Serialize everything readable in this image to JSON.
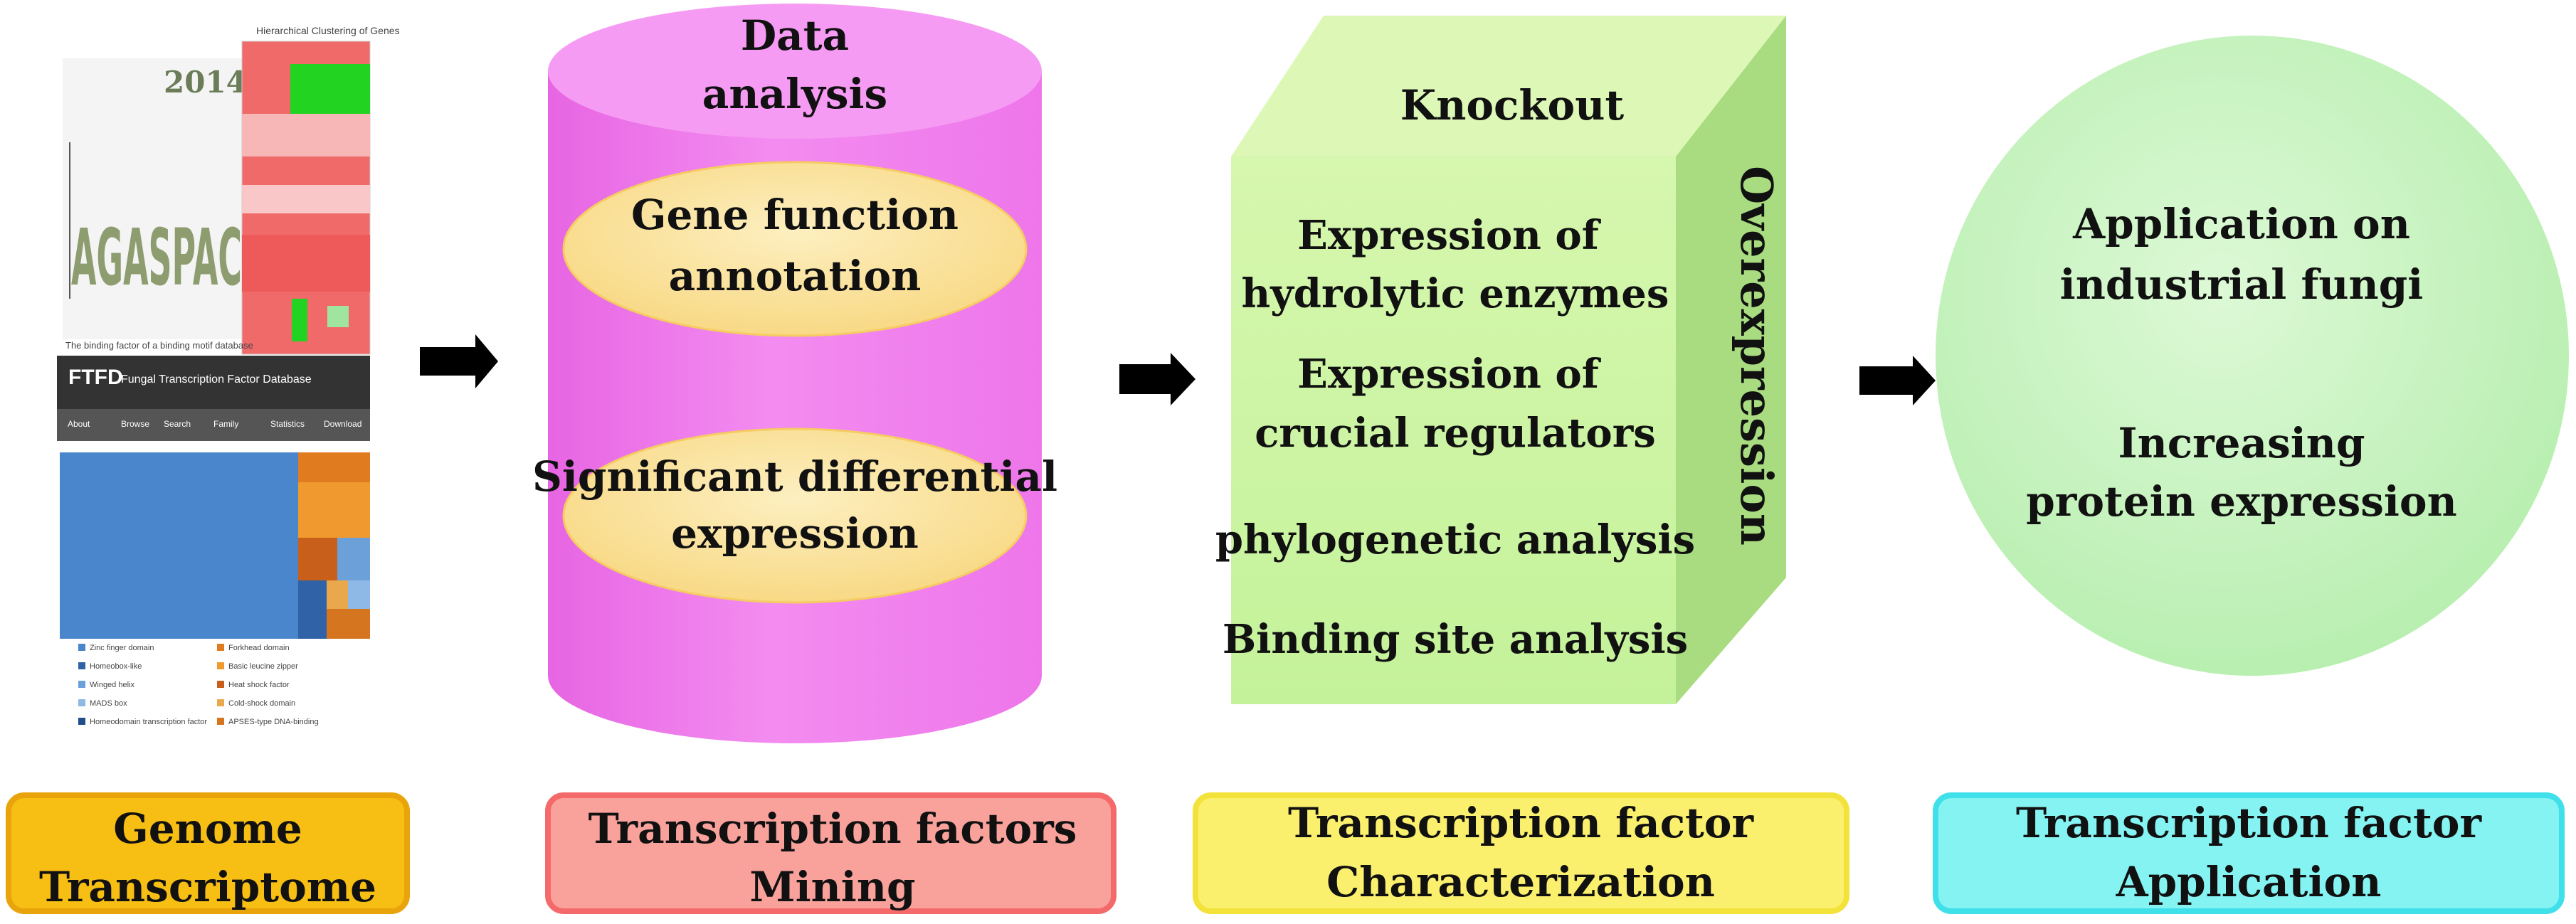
{
  "collage": {
    "year": "2014",
    "heatmap_title": "Hierarchical Clustering of Genes",
    "motif_letters": "AGASPAC",
    "caption": "The binding factor of a binding motif database",
    "ftfd_logo": "FTFD",
    "ftfd_title": "Fungal Transcription Factor Database",
    "ftfd_menu": [
      "About",
      "Browse",
      "Search",
      "Family",
      "Statistics",
      "Download"
    ],
    "legend_left": [
      "Zinc finger domain",
      "Homeobox-like",
      "Winged helix",
      "MADS box",
      "Homeodomain transcription factor"
    ],
    "legend_right": [
      "Forkhead domain",
      "Basic leucine zipper",
      "Heat shock factor",
      "Cold-shock domain",
      "APSES-type DNA-binding"
    ]
  },
  "cylinder": {
    "title_line1": "Data",
    "title_line2": "analysis",
    "ellipse1_line1": "Gene function",
    "ellipse1_line2": "annotation",
    "ellipse2_line1": "Significant differential",
    "ellipse2_line2": "expression"
  },
  "cube": {
    "top": "Knockout",
    "side": "Overexpression",
    "items": [
      {
        "line1": "Expression of",
        "line2": "hydrolytic enzymes"
      },
      {
        "line1": "Expression of",
        "line2": "crucial regulators"
      },
      {
        "line1": "phylogenetic analysis",
        "line2": ""
      },
      {
        "line1": "Binding site analysis",
        "line2": ""
      }
    ]
  },
  "oval": {
    "app_line1": "Application on",
    "app_line2": "industrial fungi",
    "inc_line1": "Increasing",
    "inc_line2": "protein expression"
  },
  "labels": [
    {
      "line1": "Genome",
      "line2": "Transcriptome",
      "fill": "#F7BE14",
      "border": "#E9A40B"
    },
    {
      "line1": "Transcription factors",
      "line2": "Mining",
      "fill": "#F9A29B",
      "border": "#F46A6A"
    },
    {
      "line1": "Transcription factor",
      "line2": "Characterization",
      "fill": "#FBF06E",
      "border": "#F3E23A"
    },
    {
      "line1": "Transcription factor",
      "line2": "Application",
      "fill": "#86F3F3",
      "border": "#3FE0EA"
    }
  ],
  "colors": {
    "cylinder": "#F280EE",
    "ellipse": "#FBE298",
    "cube_front": "#CCF5A0",
    "cube_top": "#DDF8B6",
    "cube_side": "#A9DC80",
    "oval": "#C6F4C0",
    "arrow": "#000000"
  }
}
